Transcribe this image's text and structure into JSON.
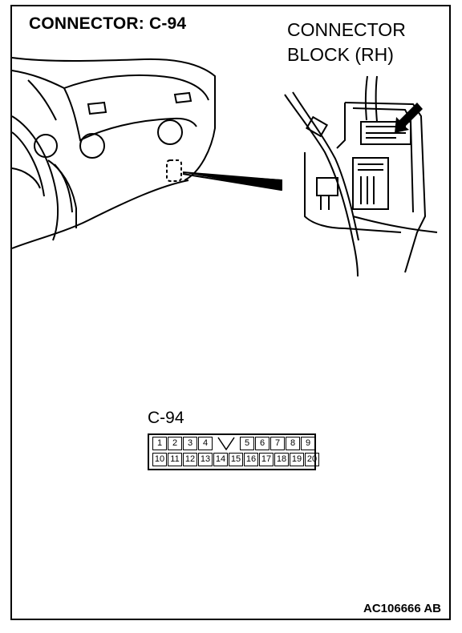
{
  "title": "CONNECTOR: C-94",
  "block_label": {
    "line1": "CONNECTOR",
    "line2": "BLOCK (RH)"
  },
  "connector": {
    "label": "C-94",
    "row1": [
      "1",
      "2",
      "3",
      "4",
      "5",
      "6",
      "7",
      "8",
      "9"
    ],
    "row2": [
      "10",
      "11",
      "12",
      "13",
      "14",
      "15",
      "16",
      "17",
      "18",
      "19",
      "20"
    ]
  },
  "figure_code": "AC106666 AB"
}
